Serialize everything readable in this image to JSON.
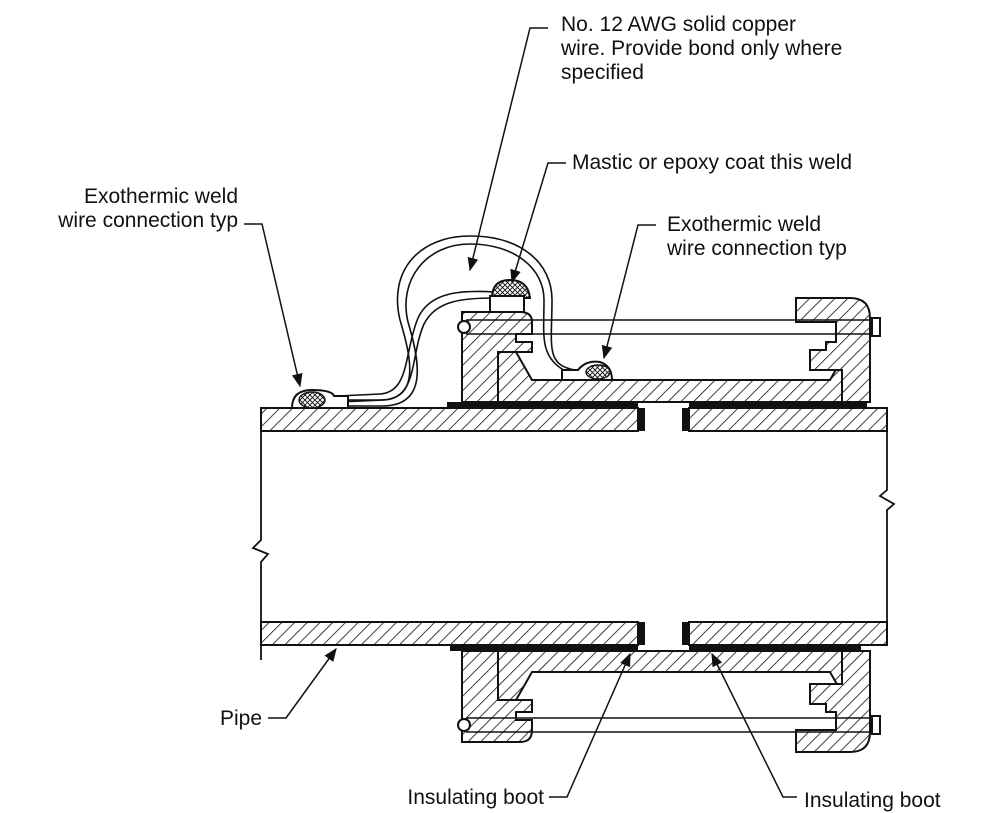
{
  "labels": {
    "wire_line1": "No. 12 AWG solid copper",
    "wire_line2": "wire. Provide bond only where",
    "wire_line3": "specified",
    "mastic": "Mastic or epoxy coat this weld",
    "exo_left_line1": "Exothermic weld",
    "exo_left_line2": "wire connection typ",
    "exo_right_line1": "Exothermic weld",
    "exo_right_line2": "wire connection typ",
    "pipe": "Pipe",
    "boot_left": "Insulating boot",
    "boot_right": "Insulating boot"
  },
  "colors": {
    "ink": "#111111",
    "background": "#ffffff"
  }
}
